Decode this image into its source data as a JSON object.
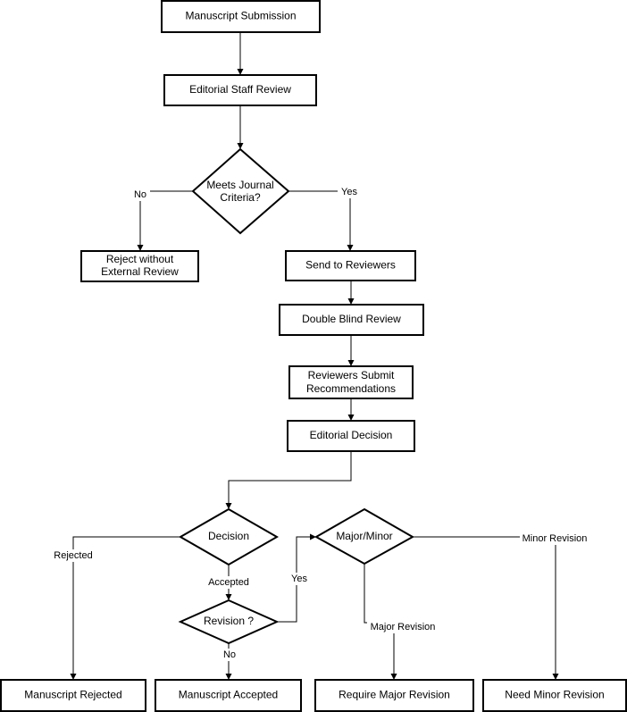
{
  "nodes": {
    "submission": "Manuscript Submission",
    "staff_review": "Editorial Staff Review",
    "criteria": [
      "Meets Journal",
      "Criteria?"
    ],
    "reject_no_review": [
      "Reject without",
      "External Review"
    ],
    "send_reviewers": "Send to Reviewers",
    "double_blind": "Double Blind Review",
    "submit_recs": [
      "Reviewers Submit",
      "Recommendations"
    ],
    "editorial_decision": "Editorial Decision",
    "decision": "Decision",
    "revision_q": "Revision ?",
    "major_minor": "Major/Minor",
    "rejected": "Manuscript Rejected",
    "accepted": "Manuscript Accepted",
    "major_rev": "Require Major Revision",
    "minor_rev": "Need Minor Revision"
  },
  "edges": {
    "no": "No",
    "yes": "Yes",
    "rejected": "Rejected",
    "accepted": "Accepted",
    "yes2": "Yes",
    "no2": "No",
    "major": "Major Revision",
    "minor": "Minor Revision"
  }
}
